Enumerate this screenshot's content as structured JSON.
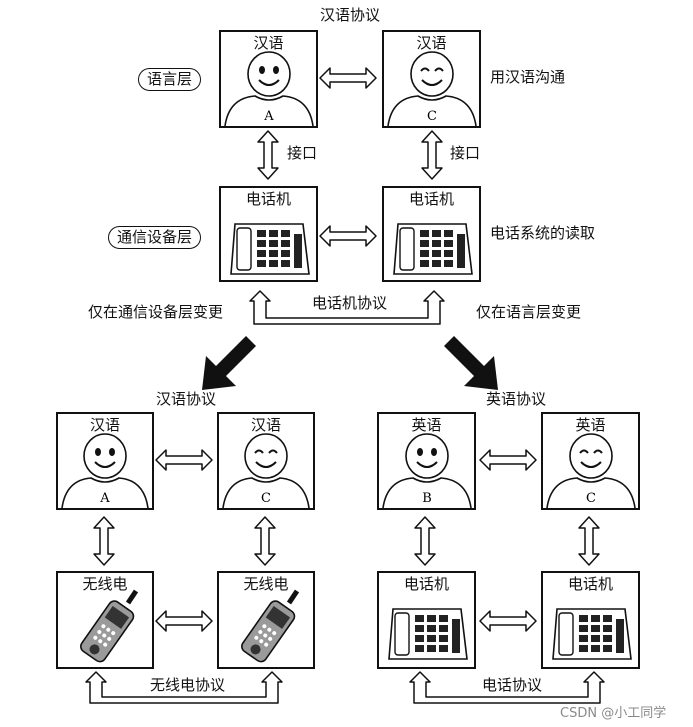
{
  "top": {
    "protocol_title": "汉语协议",
    "box_lang_left": "汉语",
    "box_lang_right": "汉语",
    "person_left_letter": "A",
    "person_right_letter": "C",
    "layer_language": "语言层",
    "note_language": "用汉语沟通",
    "interface_left": "接口",
    "interface_right": "接口",
    "box_phone_left": "电话机",
    "box_phone_right": "电话机",
    "layer_comm": "通信设备层",
    "note_comm": "电话系统的读取",
    "phone_protocol": "电话机协议",
    "change_comm": "仅在通信设备层变更",
    "change_lang": "仅在语言层变更"
  },
  "bottom_left": {
    "protocol_title": "汉语协议",
    "box_lang_left": "汉语",
    "box_lang_right": "汉语",
    "person_left_letter": "A",
    "person_right_letter": "C",
    "box_device_left": "无线电",
    "box_device_right": "无线电",
    "device_protocol": "无线电协议"
  },
  "bottom_right": {
    "protocol_title": "英语协议",
    "box_lang_left": "英语",
    "box_lang_right": "英语",
    "person_left_letter": "B",
    "person_right_letter": "C",
    "box_device_left": "电话机",
    "box_device_right": "电话机",
    "device_protocol": "电话协议"
  },
  "watermark": "CSDN @小工同学"
}
